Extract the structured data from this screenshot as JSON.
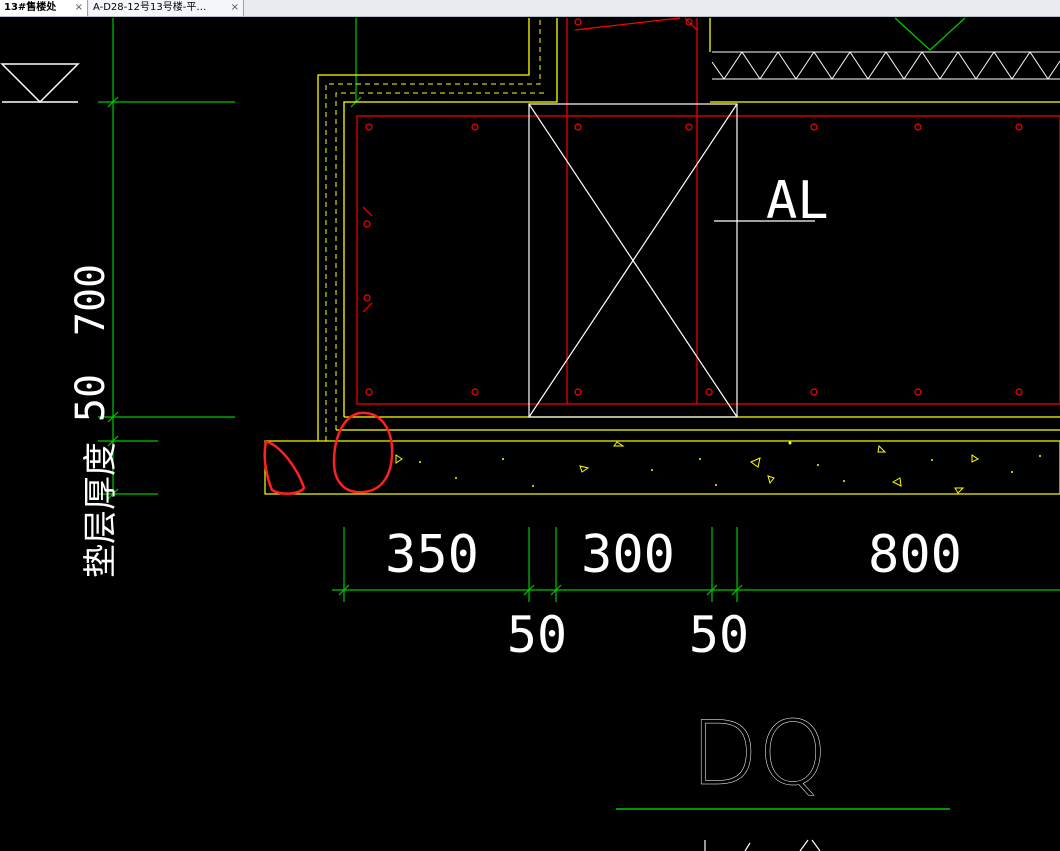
{
  "tabs": [
    {
      "label": "13#售楼处",
      "close": "×",
      "active": true
    },
    {
      "label": "A-D28-12号13号楼-平…",
      "close": "×",
      "active": false
    }
  ],
  "drawing": {
    "dims_vertical": {
      "top": "700",
      "bottom": "50"
    },
    "layer_label": "垫层厚度",
    "tag": "AL",
    "dims_horizontal": [
      "350",
      "300",
      "800"
    ],
    "dims_small": [
      "50",
      "50"
    ],
    "title": "DQ",
    "colors": {
      "green": "#00c800",
      "yellow": "#ffff00",
      "red": "#ff0000",
      "white": "#ffffff",
      "bg": "#000000"
    }
  }
}
